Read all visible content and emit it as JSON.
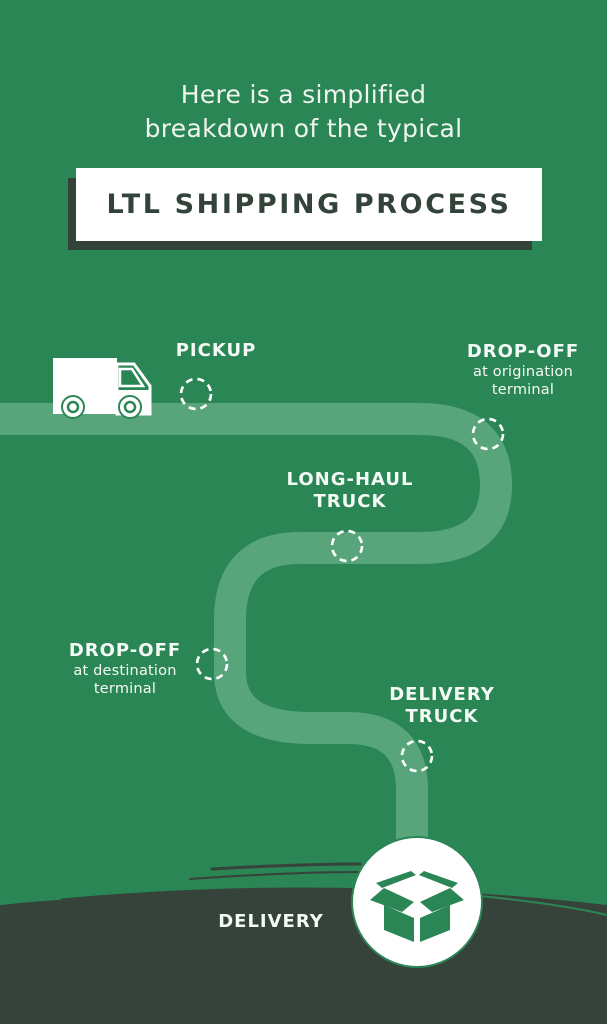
{
  "header": {
    "intro_line1": "Here is a simplified",
    "intro_line2": "breakdown of the typical",
    "title": "LTL SHIPPING PROCESS"
  },
  "colors": {
    "background_green": "#2b8655",
    "route_path": "#58a57b",
    "dark_ground": "#36433a",
    "title_text": "#34433a",
    "white": "#ffffff"
  },
  "steps": [
    {
      "id": "pickup",
      "title": "PICKUP",
      "subtitle": "",
      "icon": "truck-icon"
    },
    {
      "id": "drop-off-origin",
      "title": "DROP-OFF",
      "subtitle_line1": "at origination",
      "subtitle_line2": "terminal"
    },
    {
      "id": "long-haul",
      "title_line1": "LONG-HAUL",
      "title_line2": "TRUCK"
    },
    {
      "id": "drop-off-destination",
      "title": "DROP-OFF",
      "subtitle_line1": "at destination",
      "subtitle_line2": "terminal"
    },
    {
      "id": "delivery-truck",
      "title_line1": "DELIVERY",
      "title_line2": "TRUCK"
    },
    {
      "id": "delivery",
      "title": "DELIVERY",
      "icon": "open-box-icon"
    }
  ]
}
